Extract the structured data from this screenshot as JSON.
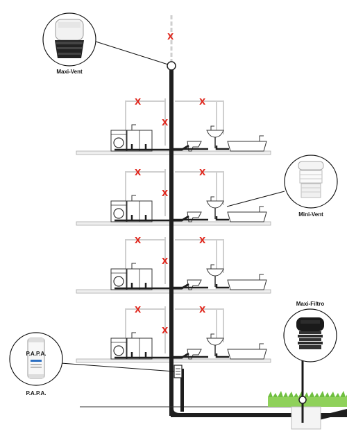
{
  "labels": {
    "maxi_vent": "Maxi-Vent",
    "mini_vent": "Mini-Vent",
    "maxi_filtro": "Maxi-Filtro",
    "papa": "P.A.P.A."
  },
  "product_text": {
    "papa_body": "P.A.P.A."
  },
  "colors": {
    "stack_pipe": "#1e1e1e",
    "vent_line": "#cfcfcf",
    "blocked_mark": "#e0281e",
    "floor_slab": "#eeeeee",
    "grass": "#8fd15a"
  },
  "icons": {
    "blocked": "x-mark",
    "appliances": [
      "washing-machine-icon",
      "sink-cabinet-icon",
      "toilet-icon",
      "basin-icon",
      "bathtub-icon"
    ]
  }
}
